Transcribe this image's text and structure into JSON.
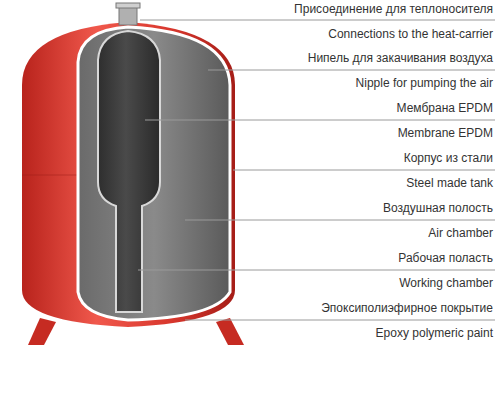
{
  "diagram": {
    "labels": [
      "Присоединение для теплоносителя",
      "Connections to the heat-carrier",
      "Нипель для закачивания воздуха",
      "Nipple for pumping the air",
      "Мембрана EPDM",
      "Membrane EPDM",
      "Корпус из стали",
      "Steel made tank",
      "Воздушная полость",
      "Air chamber",
      "Рабочая поласть",
      "Working chamber",
      "Эпоксиполиэфирное покрытие",
      "Epoxy polymeric paint"
    ]
  }
}
